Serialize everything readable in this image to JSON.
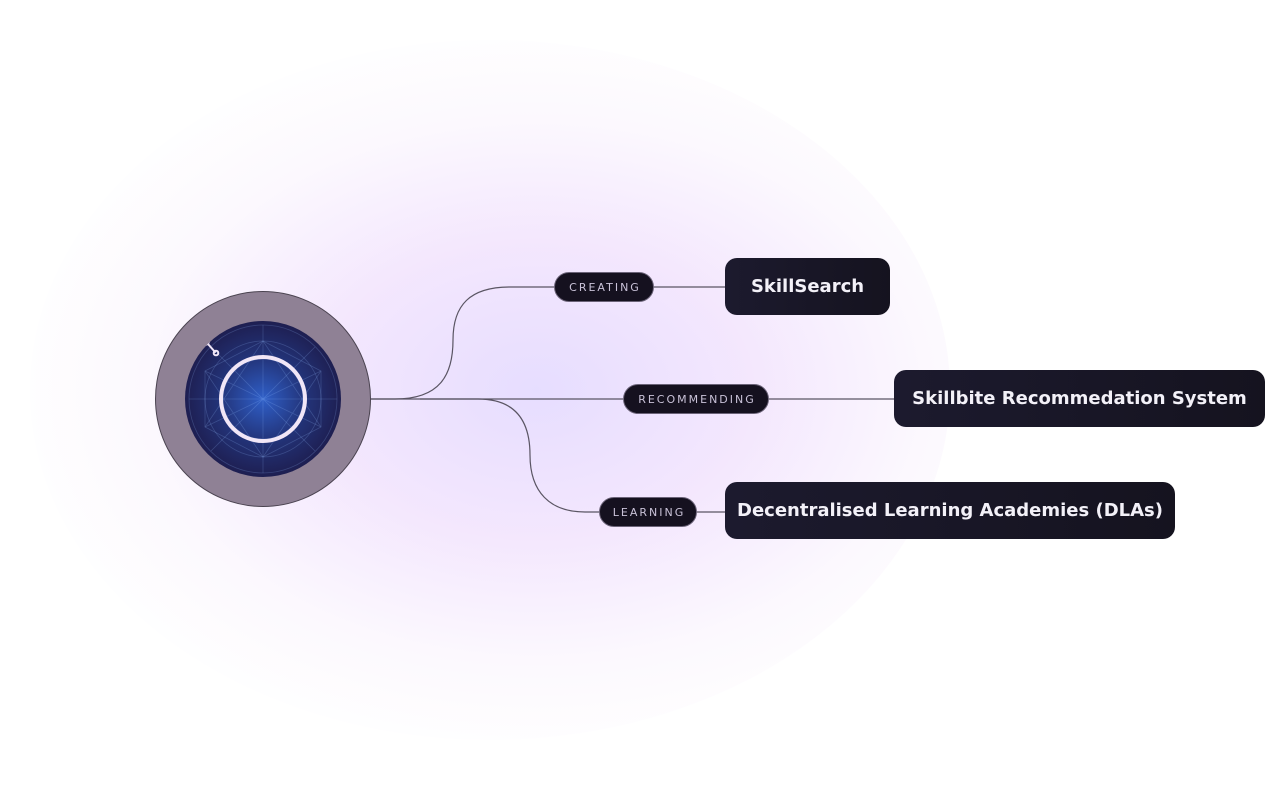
{
  "hub": {
    "icon": "network-nodes-icon"
  },
  "branches": [
    {
      "tag": "CREATING",
      "target": "SkillSearch"
    },
    {
      "tag": "RECOMMENDING",
      "target": "Skillbite Recommedation System"
    },
    {
      "tag": "LEARNING",
      "target": "Decentralised Learning Academies (DLAs)"
    }
  ],
  "colors": {
    "card_bg": "#1a1828",
    "pill_bg": "#15111f",
    "line": "#5a5563",
    "hub_outer": "#8f8195",
    "hub_core": "#23347a",
    "glow": "#e6d9fb"
  }
}
